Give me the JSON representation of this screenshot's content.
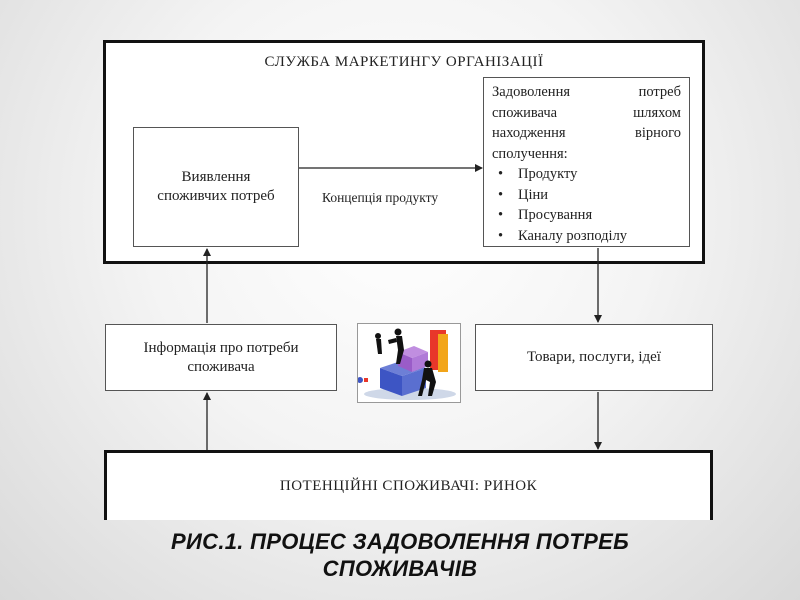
{
  "outer": {
    "title": "СЛУЖБА МАРКЕТИНГУ ОРГАНІЗАЦІЇ"
  },
  "identify_box": {
    "text": "Виявлення споживчих потреб"
  },
  "satisfy_box": {
    "intro_lines": [
      "Задоволення потреб",
      "споживача шляхом",
      "находження вірного"
    ],
    "intro_last": "сполучення:",
    "items": [
      "Продукту",
      "Ціни",
      "Просування",
      "Каналу розподілу"
    ]
  },
  "concept_label": "Концепція продукту",
  "info_box": {
    "text": "Інформація про потреби споживача"
  },
  "goods_box": {
    "text": "Товари, послуги, ідеї"
  },
  "market_box": {
    "text": "ПОТЕНЦІЙНІ СПОЖИВАЧІ: РИНОК"
  },
  "caption": {
    "line1": "РИС.1. ПРОЦЕС ЗАДОВОЛЕННЯ ПОТРЕБ",
    "line2": "СПОЖИВАЧІВ"
  }
}
